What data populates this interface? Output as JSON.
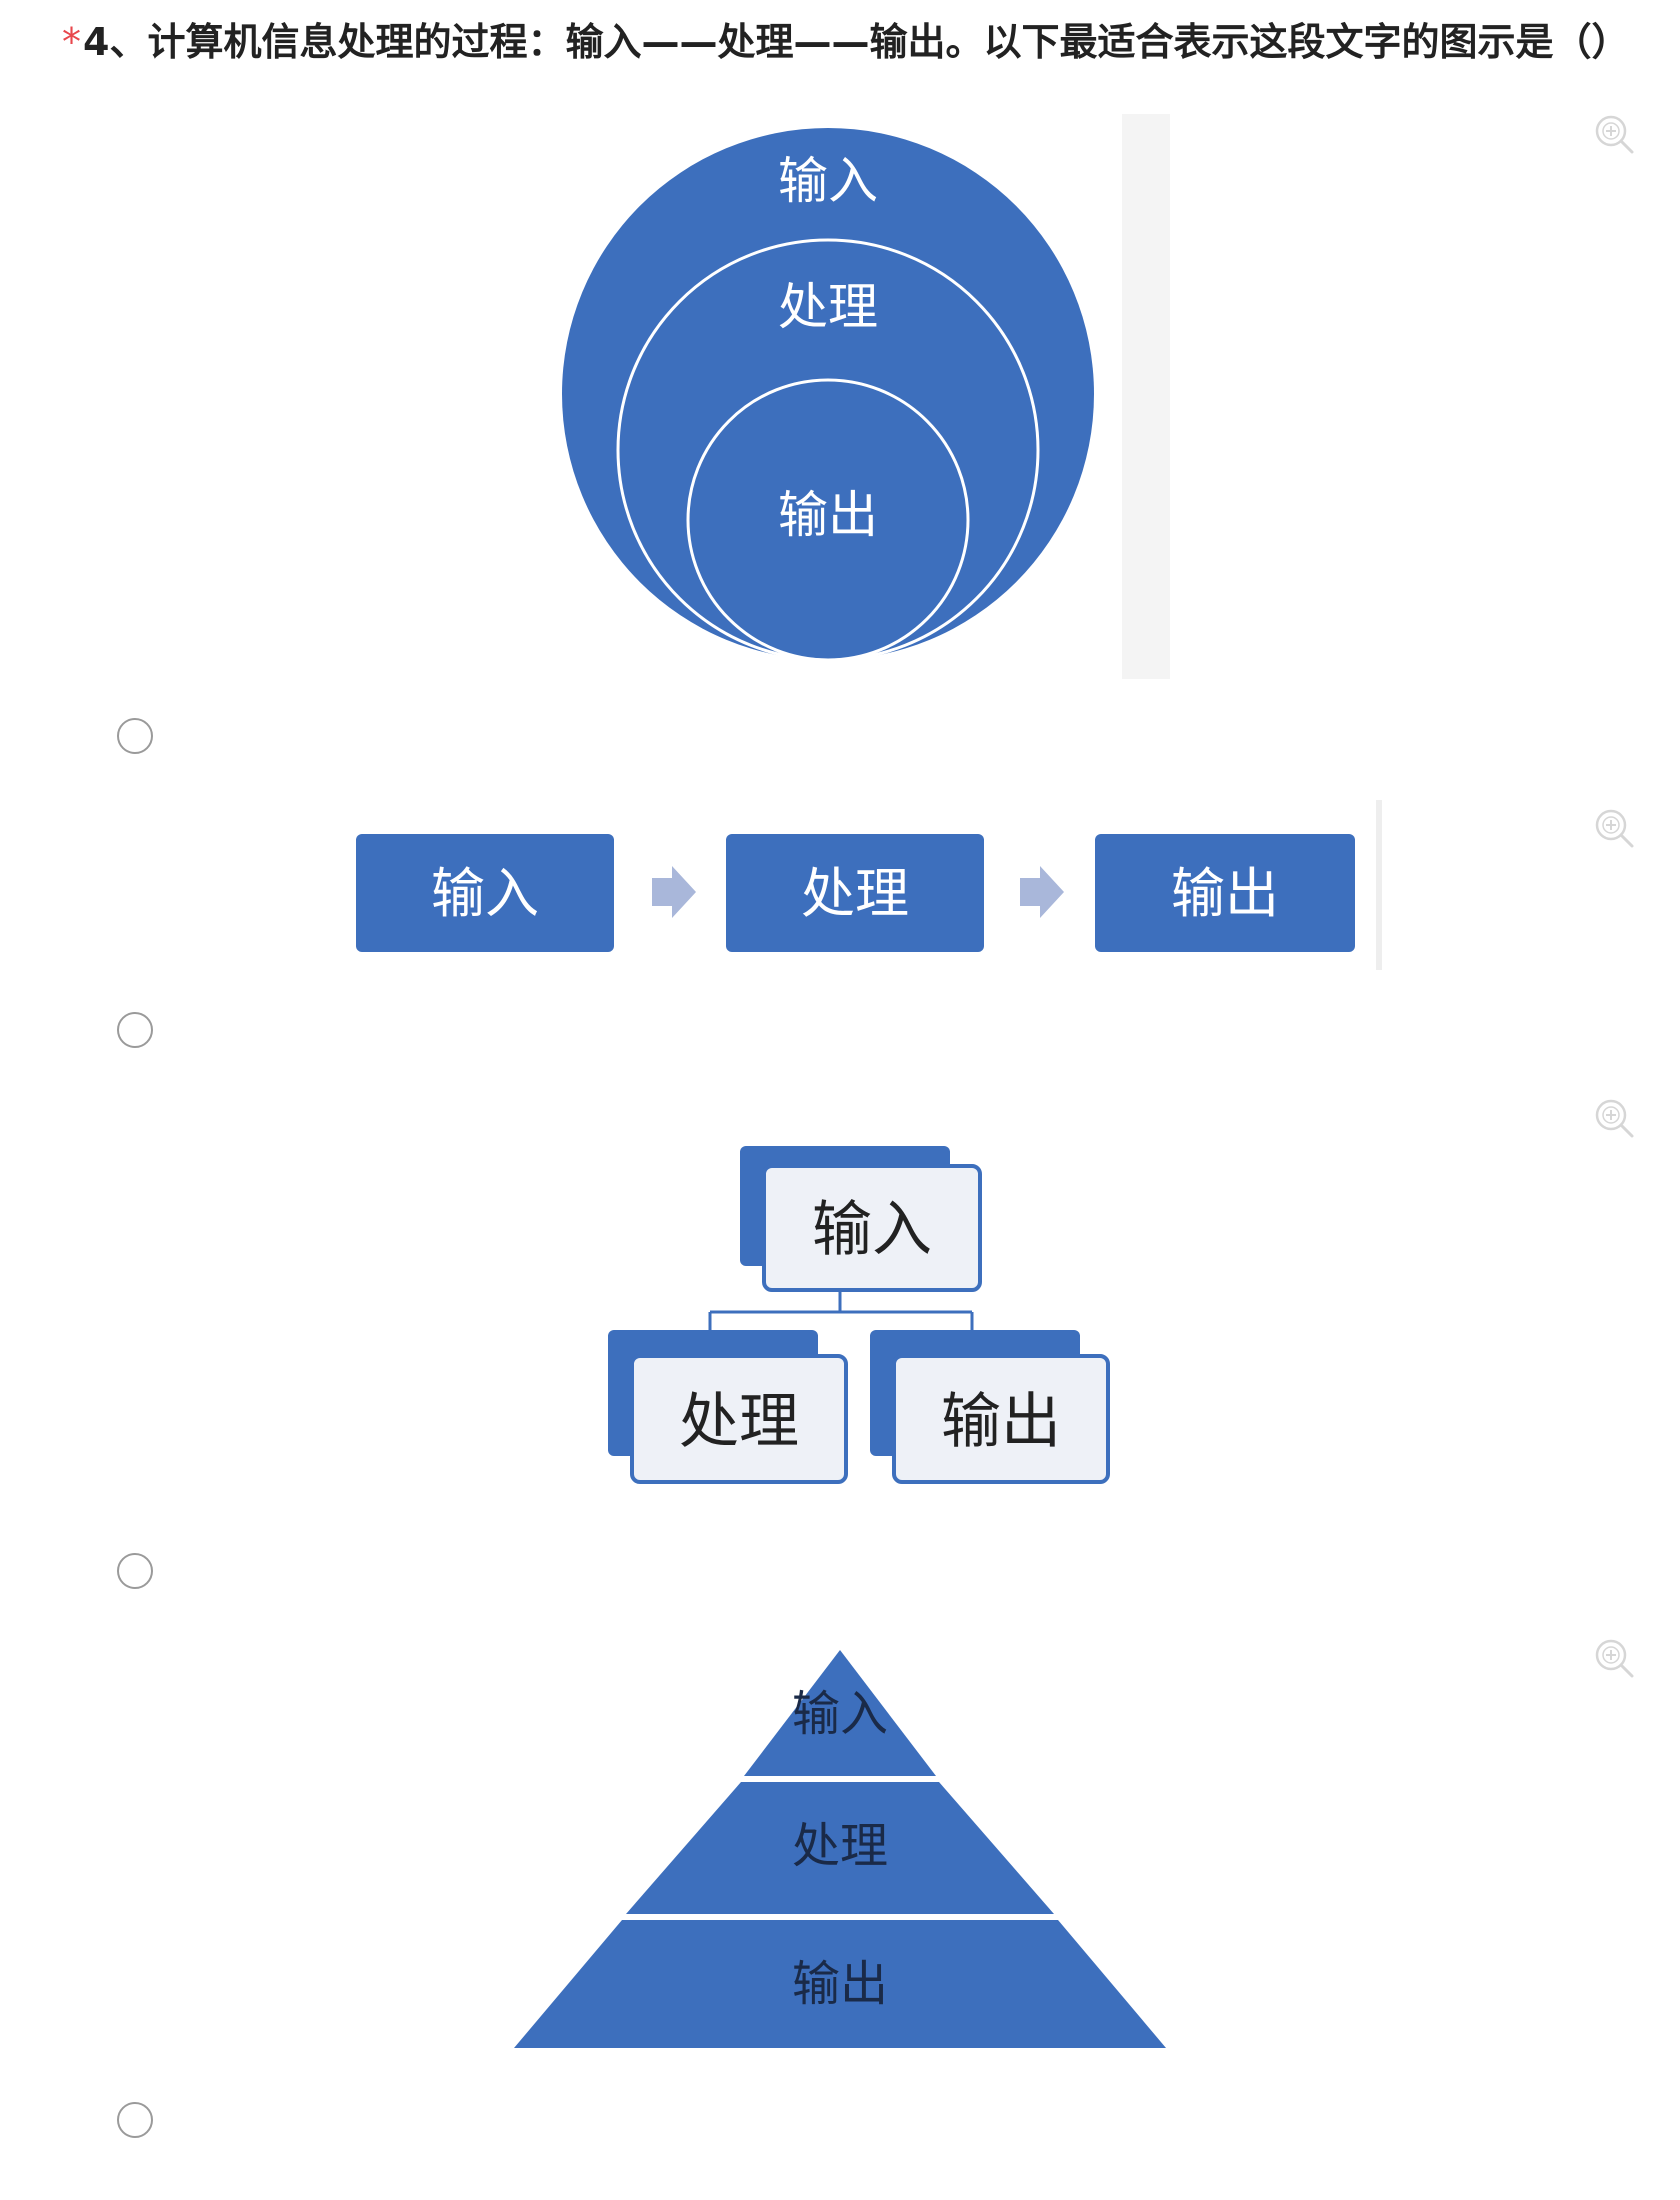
{
  "question": {
    "required_mark": "*",
    "text": "4、计算机信息处理的过程：输入——处理——输出。以下最适合表示这段文字的图示是（）"
  },
  "colors": {
    "shape_blue": "#3d6fbd",
    "arrow_blue": "#a9b7da",
    "box_light": "#eef1f7",
    "required_red": "#e8474c"
  },
  "icons": {
    "zoom": "zoom-in-icon",
    "radio": "radio-button"
  },
  "options": [
    {
      "figure": "concentric-circles",
      "labels": [
        "输入",
        "处理",
        "输出"
      ]
    },
    {
      "figure": "process-flow",
      "labels": [
        "输入",
        "处理",
        "输出"
      ]
    },
    {
      "figure": "hierarchy",
      "labels": [
        "输入",
        "处理",
        "输出"
      ]
    },
    {
      "figure": "pyramid",
      "labels": [
        "输入",
        "处理",
        "输出"
      ]
    }
  ]
}
